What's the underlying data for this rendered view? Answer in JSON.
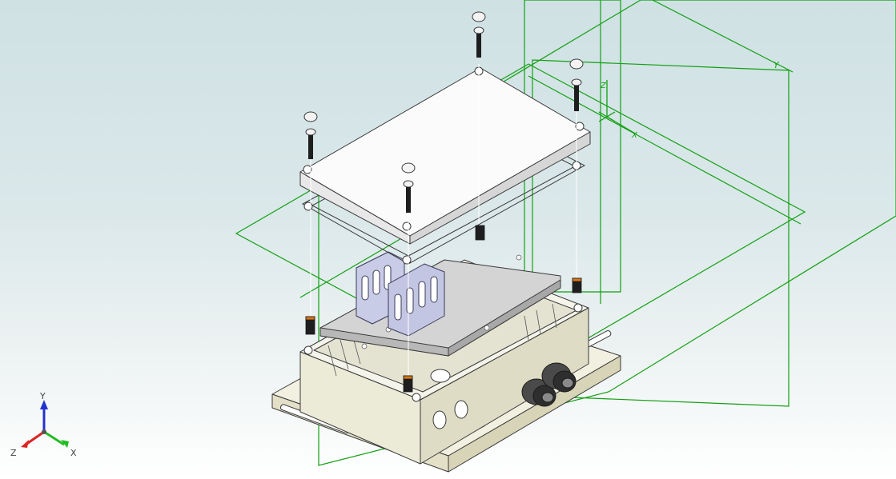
{
  "viewport": {
    "background_top": "#cfe1e4",
    "background_bottom": "#ffffff"
  },
  "colors": {
    "sketch_plane": "#12a012",
    "part_outline": "#3a3a3a",
    "part_fill": "#f2f2f2",
    "enclosure_fill": "#eeeede",
    "bracket_fill": "#c9cce6",
    "screw_body": "#1e1e1e",
    "standoff_band": "#d97818",
    "axis_x": "#22bb22",
    "axis_y": "#2233cc",
    "axis_z": "#dd2222"
  },
  "triad": {
    "x_label": "X",
    "y_label": "Y",
    "z_label": "Z"
  },
  "plane_labels": {
    "origin_z": "Z",
    "origin_x": "X",
    "plane_y": "Y"
  }
}
